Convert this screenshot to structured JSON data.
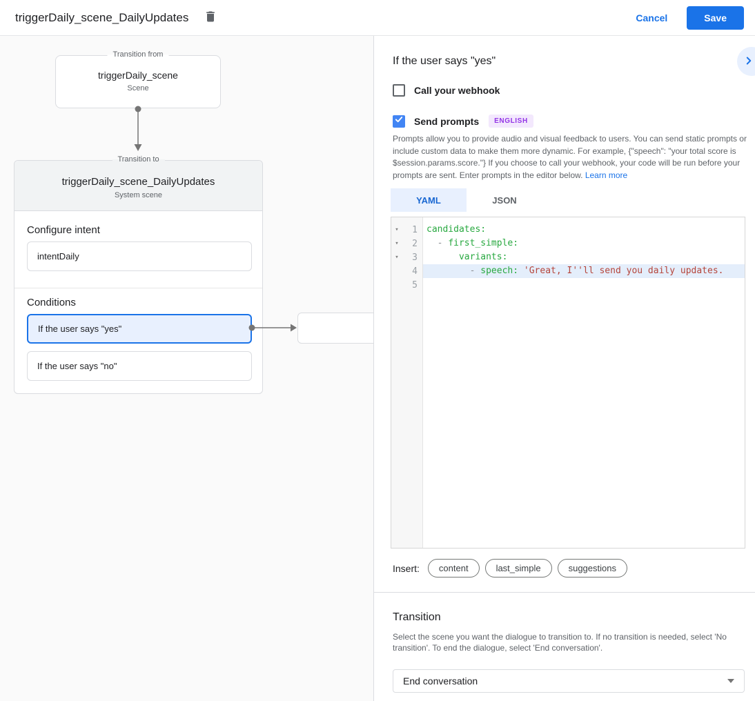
{
  "topbar": {
    "title": "triggerDaily_scene_DailyUpdates",
    "cancel_label": "Cancel",
    "save_label": "Save"
  },
  "colors": {
    "accent_blue": "#1a73e8",
    "selected_fill": "#e8f0fe",
    "code_key_green": "#27a83f",
    "code_string_red": "#b5453b",
    "badge_purple": "#9334e6"
  },
  "diagram": {
    "from_node": {
      "legend": "Transition from",
      "title": "triggerDaily_scene",
      "subtitle": "Scene"
    },
    "to_node": {
      "legend": "Transition to",
      "title": "triggerDaily_scene_DailyUpdates",
      "subtitle": "System scene",
      "configure_intent_label": "Configure intent",
      "intent_value": "intentDaily",
      "conditions_label": "Conditions",
      "conditions": [
        {
          "label": "If the user says \"yes\""
        },
        {
          "label": "If the user says \"no\""
        }
      ]
    }
  },
  "panel": {
    "title": "If the user says \"yes\"",
    "webhook_label": "Call your webhook",
    "send_prompts_label": "Send prompts",
    "language_badge": "ENGLISH",
    "description": "Prompts allow you to provide audio and visual feedback to users. You can send static prompts or include custom data to make them more dynamic. For example, {\"speech\": \"your total score is $session.params.score.\"} If you choose to call your webhook, your code will be run before your prompts are sent. Enter prompts in the editor below. ",
    "learn_more_label": "Learn more",
    "tabs": {
      "yaml": "YAML",
      "json": "JSON"
    },
    "editor": {
      "numbers": [
        "1",
        "2",
        "3",
        "4",
        "5"
      ],
      "fold_glyph": "▾",
      "line1_key": "candidates:",
      "line2_pre": "  ",
      "line2_dash": "- ",
      "line2_key": "first_simple:",
      "line3_pre": "      ",
      "line3_key": "variants:",
      "line4_pre": "        ",
      "line4_dash": "- ",
      "line4_key": "speech:",
      "line4_sp": " ",
      "line4_str": "'Great, I''ll send you daily updates."
    },
    "insert_label": "Insert:",
    "chips": [
      "content",
      "last_simple",
      "suggestions"
    ],
    "transition": {
      "title": "Transition",
      "description": "Select the scene you want the dialogue to transition to. If no transition is needed, select 'No transition'. To end the dialogue, select 'End conversation'.",
      "selected_value": "End conversation"
    }
  }
}
